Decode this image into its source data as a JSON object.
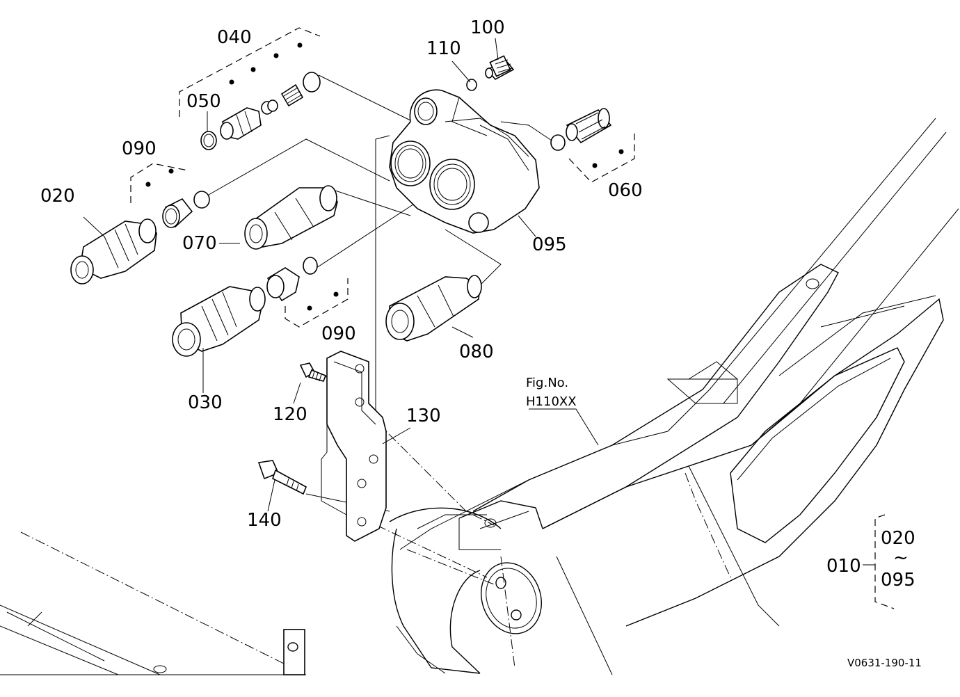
{
  "labels": {
    "p040": "040",
    "p050": "050",
    "p090a": "090",
    "p020": "020",
    "p110": "110",
    "p100": "100",
    "p060": "060",
    "p095": "095",
    "p070": "070",
    "p090b": "090",
    "p080": "080",
    "p030": "030",
    "p120": "120",
    "p130": "130",
    "p140": "140",
    "p010": "010",
    "range_from": "020",
    "range_sep": "~",
    "range_to": "095"
  },
  "figure": {
    "line1": "Fig.No.",
    "line2": "H110XX"
  },
  "drawing_ref": "V0631-190-11"
}
